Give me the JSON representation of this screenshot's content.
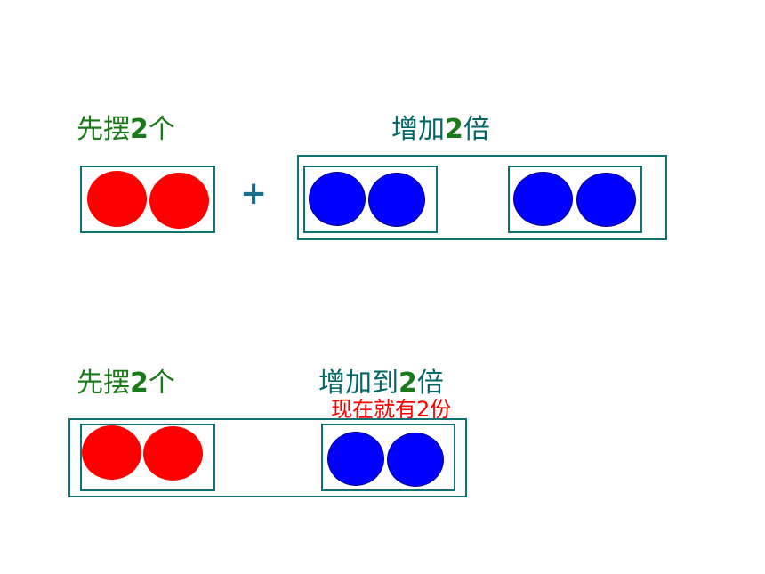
{
  "top": {
    "label_left": {
      "pre": "先摆",
      "num": "2",
      "post": "个"
    },
    "label_right": {
      "pre": "增加",
      "num": "2",
      "post": "倍"
    },
    "operator": "+"
  },
  "bottom": {
    "label_left": {
      "pre": "先摆",
      "num": "2",
      "post": "个"
    },
    "label_right": {
      "pre": "增加到",
      "num": "2",
      "post": "倍"
    },
    "note": {
      "pre": "现在就有",
      "num": "2",
      "post": "份"
    }
  },
  "colors": {
    "red": "#ff0000",
    "blue": "#0000ff",
    "box": "#117272",
    "green": "#1a7a1a",
    "teal": "#006666"
  }
}
